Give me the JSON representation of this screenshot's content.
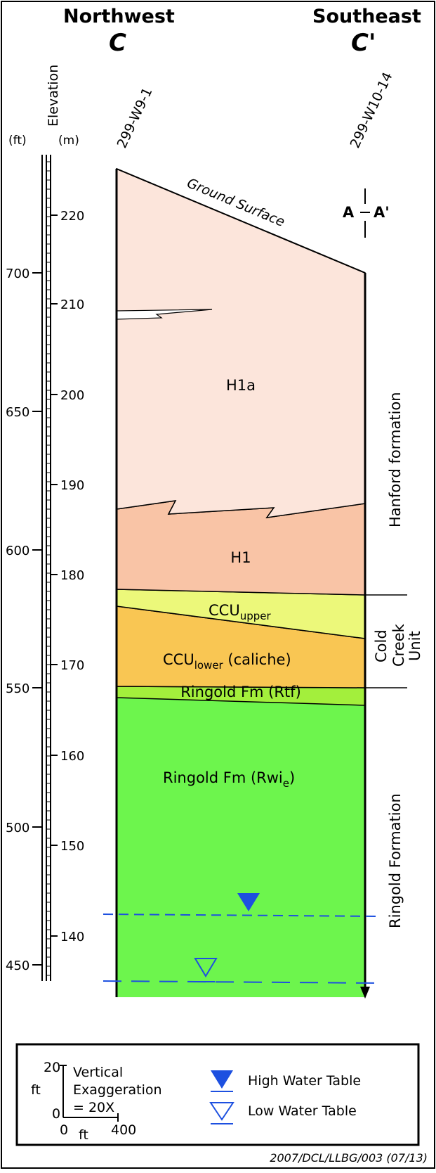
{
  "header": {
    "left_direction": "Northwest",
    "right_direction": "Southeast",
    "left_letter": "C",
    "right_letter": "C'"
  },
  "axis": {
    "title": "Elevation",
    "ft_unit": "(ft)",
    "m_unit": "(m)",
    "ft_ticks": [
      "700",
      "650",
      "600",
      "550",
      "500",
      "450"
    ],
    "m_ticks": [
      "220",
      "210",
      "200",
      "190",
      "180",
      "170",
      "160",
      "150",
      "140"
    ]
  },
  "wells": {
    "left": "299-W9-1",
    "right": "299-W10-14"
  },
  "annotations": {
    "ground_surface": "Ground Surface",
    "section_marker_a": "A",
    "section_marker_a_prime": "A'"
  },
  "layers": {
    "h1a": "H1a",
    "h1": "H1",
    "ccu_upper_main": "CCU",
    "ccu_upper_sub": "upper",
    "ccu_lower_main": "CCU",
    "ccu_lower_sub": "lower",
    "ccu_lower_suffix": " (caliche)",
    "rtf": "Ringold Fm (Rtf)",
    "rwie_main": "Ringold Fm (Rwi",
    "rwie_sub": "e",
    "rwie_suffix": ")"
  },
  "side_labels": {
    "hanford": "Hanford formation",
    "cold": "Cold",
    "creek": "Creek",
    "unit": "Unit",
    "ringold": "Ringold Formation"
  },
  "legend": {
    "vert_top": "20",
    "vert_unit": "ft",
    "origin": "0",
    "horiz_zero": "0",
    "horiz_unit": "ft",
    "horiz_max": "400",
    "exag_line1": "Vertical",
    "exag_line2": "Exaggeration",
    "exag_line3": "= 20X",
    "high_water": "High Water Table",
    "low_water": "Low Water Table"
  },
  "credit": "2007/DCL/LLBG/003 (07/13)",
  "colors": {
    "h1a": "#fce5db",
    "h1": "#f9c4a6",
    "ccu_upper": "#ecf87a",
    "ccu_lower": "#f9c653",
    "rtf": "#a3ef3c",
    "rwie": "#6df54d",
    "water_table": "#1d50e0"
  }
}
